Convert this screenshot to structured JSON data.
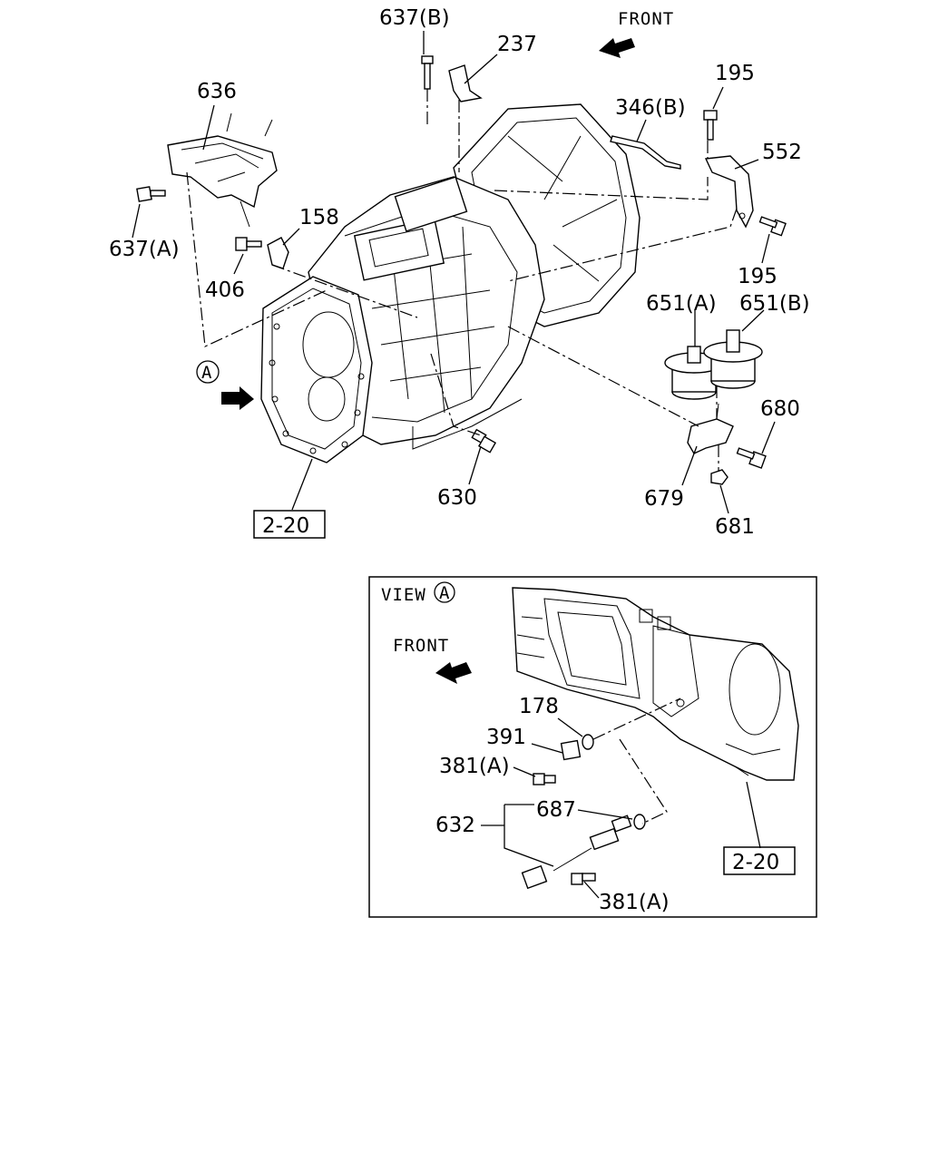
{
  "labels": {
    "front_top": "FRONT",
    "front_view": "FRONT",
    "view_word": "VIEW",
    "view_letter": "A",
    "callout_a": "A",
    "p637b": "637(B)",
    "p237": "237",
    "p195_top": "195",
    "p346b": "346(B)",
    "p552": "552",
    "p636": "636",
    "p637a": "637(A)",
    "p158": "158",
    "p406": "406",
    "p195_mid": "195",
    "p651a": "651(A)",
    "p651b": "651(B)",
    "p680": "680",
    "p679": "679",
    "p681": "681",
    "p630": "630",
    "ref_top": "2-20",
    "p178": "178",
    "p391": "391",
    "p381a_1": "381(A)",
    "p687": "687",
    "p632": "632",
    "p381a_2": "381(A)",
    "ref_view": "2-20"
  },
  "icons": {
    "front_arrow": "front-direction-arrow-icon",
    "view_arrow": "view-direction-arrow-icon"
  }
}
